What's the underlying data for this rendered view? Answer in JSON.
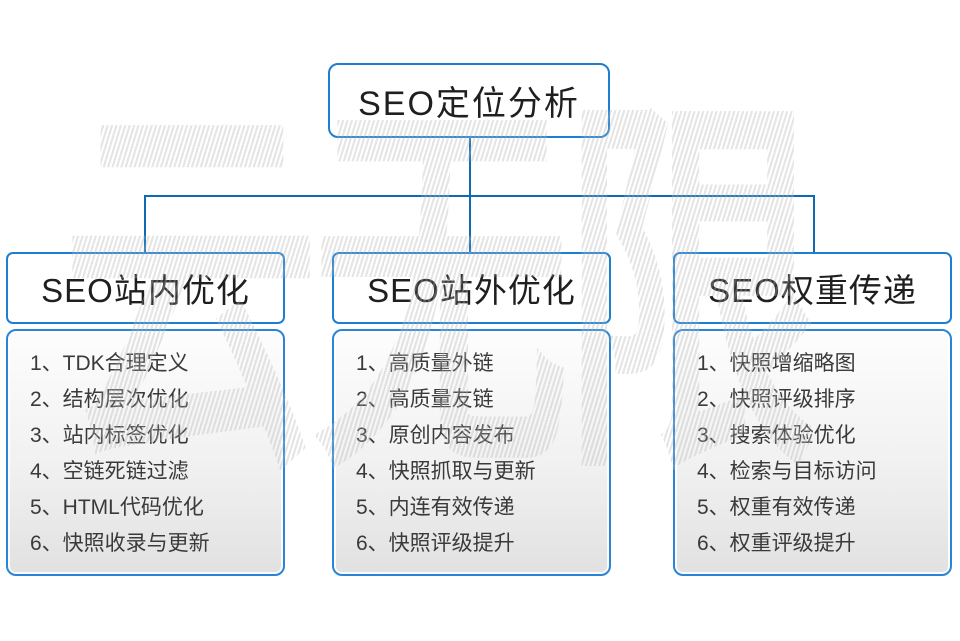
{
  "diagram": {
    "root": {
      "label": "SEO定位分析"
    },
    "branches": [
      {
        "label": "SEO站内优化",
        "items": [
          "1、TDK合理定义",
          "2、结构层次优化",
          "3、站内标签优化",
          "4、空链死链过滤",
          "5、HTML代码优化",
          "6、快照收录与更新"
        ]
      },
      {
        "label": "SEO站外优化",
        "items": [
          "1、高质量外链",
          "2、高质量友链",
          "3、原创内容发布",
          "4、快照抓取与更新",
          "5、内连有效传递",
          "6、快照评级提升"
        ]
      },
      {
        "label": "SEO权重传递",
        "items": [
          "1、快照增缩略图",
          "2、快照评级排序",
          "3、搜索体验优化",
          "4、检索与目标访问",
          "5、权重有效传递",
          "6、权重评级提升"
        ]
      }
    ],
    "watermark": "云无限",
    "colors": {
      "box_border": "#1e7fd2",
      "list_border": "#2a85d6",
      "connector": "#0e6ab2",
      "text": "#3a3a3a",
      "body_gradient_top": "#fdfdfd",
      "body_gradient_bottom": "#e1e1e1"
    }
  }
}
